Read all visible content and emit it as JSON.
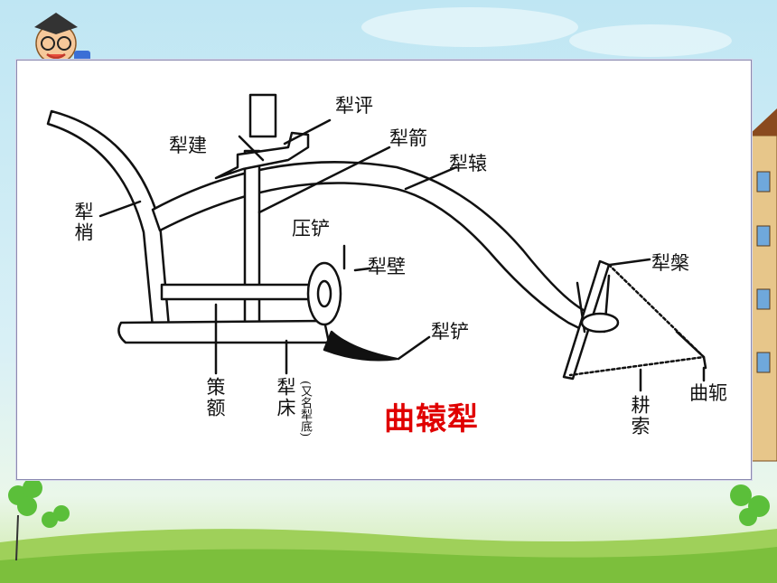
{
  "title": "曲辕犁",
  "labels": {
    "li_ping": "犁评",
    "li_jian": "犁建",
    "li_jian_arrow": "犁箭",
    "li_yuan": "犁辕",
    "li_shao": "犁梢",
    "ya_chan": "压铲",
    "li_bi": "犁壁",
    "li_pan": "犁槃",
    "li_chan": "犁铲",
    "ce_e": "策额",
    "li_chuang": "犁床",
    "li_chuang_note": "(又名犁底)",
    "geng_suo": "耕索",
    "qu_e": "曲轭"
  },
  "colors": {
    "title": "#e00000",
    "panel_border": "#8a8ab0"
  }
}
